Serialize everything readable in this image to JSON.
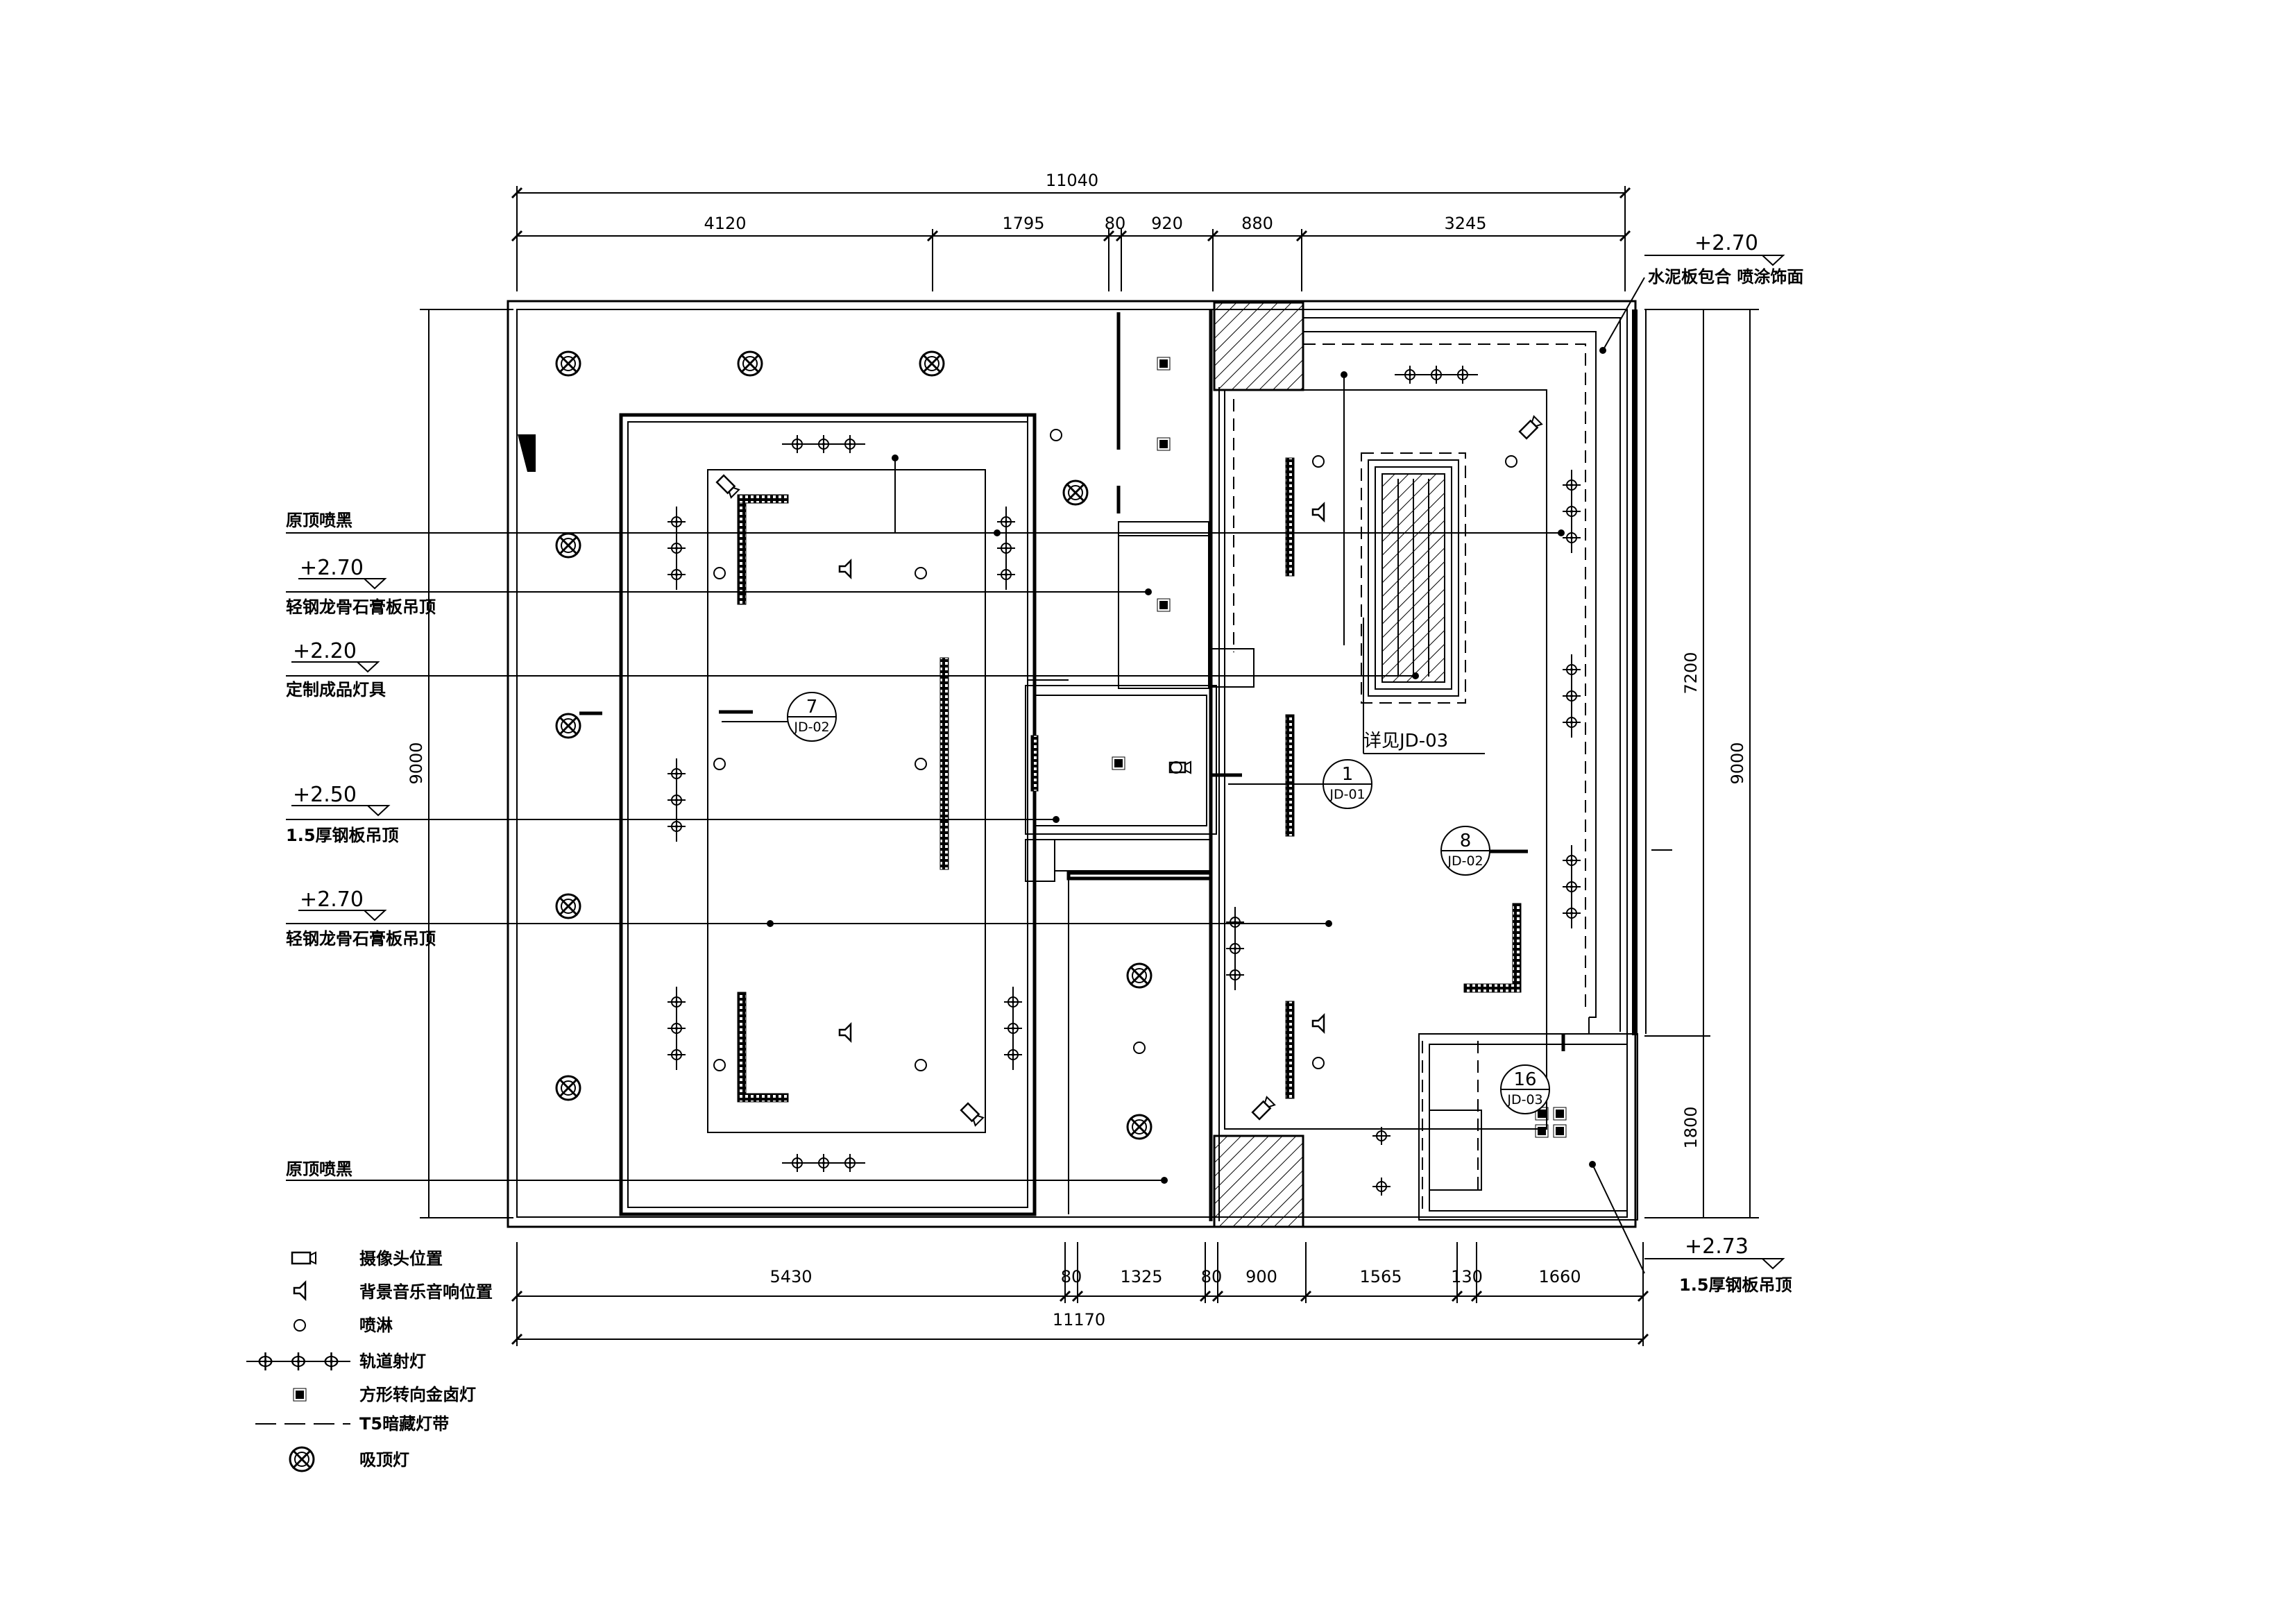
{
  "dimensions": {
    "top_total": "11040",
    "top_segments": [
      "4120",
      "1795",
      "80",
      "920",
      "880",
      "3245"
    ],
    "bottom_total": "11170",
    "bottom_segments": [
      "5430",
      "80",
      "1325",
      "80",
      "900",
      "1565",
      "130",
      "1660"
    ],
    "left_height": "9000",
    "right_height": "9000",
    "right_upper": "7200",
    "right_lower": "1800"
  },
  "callouts": {
    "left": [
      {
        "level": "",
        "text": "原顶喷黑"
      },
      {
        "level": "+2.70",
        "text": "轻钢龙骨石膏板吊顶"
      },
      {
        "level": "+2.20",
        "text": "定制成品灯具"
      },
      {
        "level": "+2.50",
        "text": "1.5厚钢板吊顶"
      },
      {
        "level": "+2.70",
        "text": "轻钢龙骨石膏板吊顶"
      },
      {
        "level": "",
        "text": "原顶喷黑"
      }
    ],
    "top_right": {
      "level": "+2.70",
      "text": "水泥板包合 喷涂饰面"
    },
    "bottom_right": {
      "level": "+2.73",
      "text": "1.5厚钢板吊顶"
    }
  },
  "detail_note": "详见JD-03",
  "tags": [
    {
      "num": "7",
      "ref": "JD-02"
    },
    {
      "num": "1",
      "ref": "JD-01"
    },
    {
      "num": "8",
      "ref": "JD-02"
    },
    {
      "num": "16",
      "ref": "JD-03"
    }
  ],
  "legend": [
    {
      "icon": "camera-icon",
      "label": "摄像头位置"
    },
    {
      "icon": "speaker-icon",
      "label": "背景音乐音响位置"
    },
    {
      "icon": "sprinkler-icon",
      "label": "喷淋"
    },
    {
      "icon": "track-spotlight-icon",
      "label": "轨道射灯"
    },
    {
      "icon": "square-downlight-icon",
      "label": "方形转向金卤灯"
    },
    {
      "icon": "t5-strip-icon",
      "label": "T5暗藏灯带"
    },
    {
      "icon": "ceiling-lamp-icon",
      "label": "吸顶灯"
    }
  ]
}
